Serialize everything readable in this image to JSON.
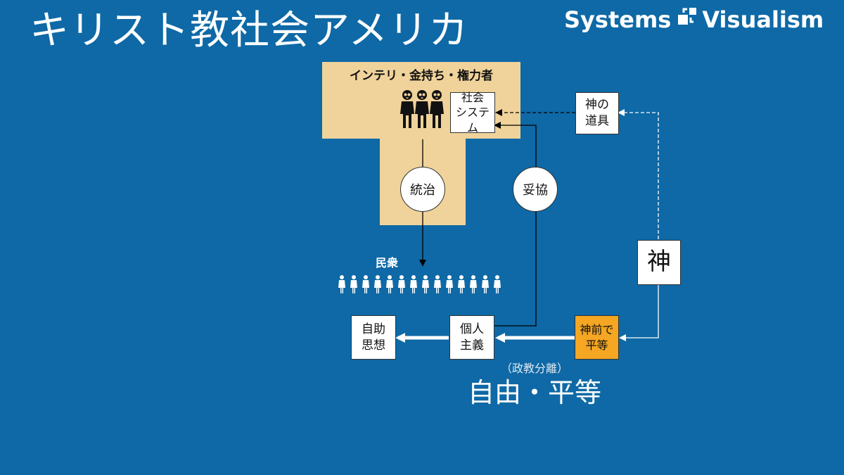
{
  "title": "キリスト教社会アメリカ",
  "brand": {
    "left": "Systems",
    "right": "Visualism"
  },
  "colors": {
    "background": "#0e69a6",
    "elite_area": "#f0d39a",
    "highlight": "#f5a623",
    "white": "#ffffff"
  },
  "nodes": {
    "elite_label": "インテリ・金持ち・権力者",
    "social_system": "社会\nシステム",
    "rule": "統治",
    "compromise": "妥協",
    "tool_of_god": "神の\n道具",
    "masses": "民衆",
    "god": "神",
    "equal_before_god": "神前で\n平等",
    "individualism": "個人\n主義",
    "self_help": "自助\n思想",
    "separation_note": "（政教分離）",
    "freedom_equality": "自由・平等"
  },
  "icons": {
    "elite_people": "skull-people-icon",
    "masses": "people-crowd-icon"
  }
}
